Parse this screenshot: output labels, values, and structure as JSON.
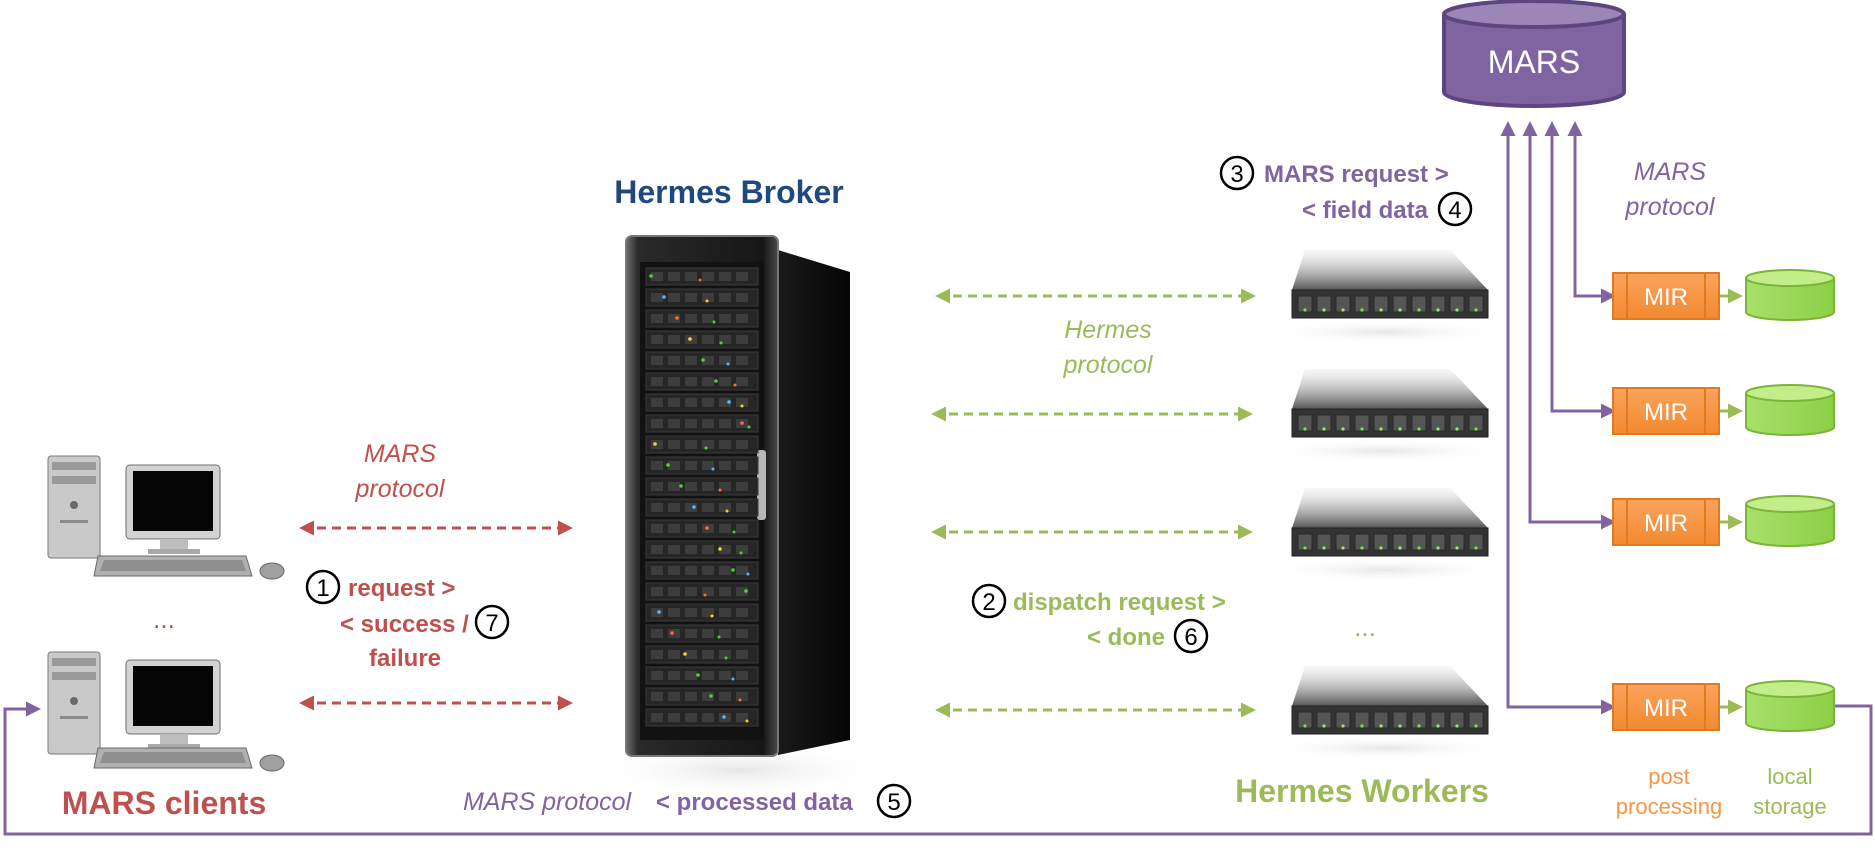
{
  "colors": {
    "mars_red": "#c0504d",
    "hermes_green": "#9bbb59",
    "mars_purple": "#8064a2",
    "broker_blue": "#1f497d",
    "mir_orange": "#f79646",
    "storage_green": "#9fd85a"
  },
  "broker": {
    "title": "Hermes Broker"
  },
  "mars_db": {
    "label": "MARS"
  },
  "clients": {
    "title": "MARS clients",
    "ellipsis": "..."
  },
  "workers": {
    "title": "Hermes Workers",
    "ellipsis": "..."
  },
  "client_protocol": {
    "line1": "MARS",
    "line2": "protocol"
  },
  "hermes_protocol": {
    "line1": "Hermes",
    "line2": "protocol"
  },
  "mars_protocol_right": {
    "line1": "MARS",
    "line2": "protocol"
  },
  "client_steps": {
    "step1_num": "1",
    "request": "request >",
    "success": "< success /",
    "step7_num": "7",
    "failure": "failure"
  },
  "dispatch_steps": {
    "step2_num": "2",
    "dispatch": "dispatch request >",
    "done": "< done",
    "step6_num": "6"
  },
  "mars_steps": {
    "step3_num": "3",
    "mars_request": "MARS request >",
    "field_data": "< field data",
    "step4_num": "4"
  },
  "bottom": {
    "protocol": "MARS protocol",
    "processed": "< processed data",
    "step5_num": "5"
  },
  "mir": {
    "label": "MIR"
  },
  "post_processing": {
    "line1": "post",
    "line2": "processing"
  },
  "local_storage": {
    "line1": "local",
    "line2": "storage"
  }
}
